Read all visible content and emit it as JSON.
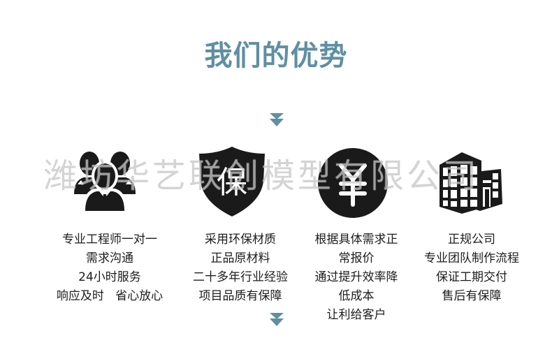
{
  "header": {
    "title": "我们的优势"
  },
  "colors": {
    "accent": "#5f8fa3",
    "icon": "#1a1a1a",
    "text": "#1c1c1c",
    "watermark": "#a0a0a0"
  },
  "watermark": "潍坊华艺联创模型有限公司",
  "advantages": [
    {
      "icon": "team-icon",
      "lines": [
        "专业工程师一对一",
        "需求沟通",
        "24小时服务",
        "响应及时   省心放心"
      ]
    },
    {
      "icon": "shield-icon",
      "icon_glyph": "保",
      "lines": [
        "采用环保材质",
        "正品原材料",
        "二十多年行业经验",
        "项目品质有保障"
      ]
    },
    {
      "icon": "yen-icon",
      "icon_glyph": "¥",
      "lines": [
        "根据具体需求正",
        "常报价",
        "通过提升效率降",
        "低成本",
        "让利给客户"
      ]
    },
    {
      "icon": "building-icon",
      "lines": [
        "正规公司",
        "专业团队制作流程",
        "保证工期交付",
        "售后有保障"
      ]
    }
  ]
}
